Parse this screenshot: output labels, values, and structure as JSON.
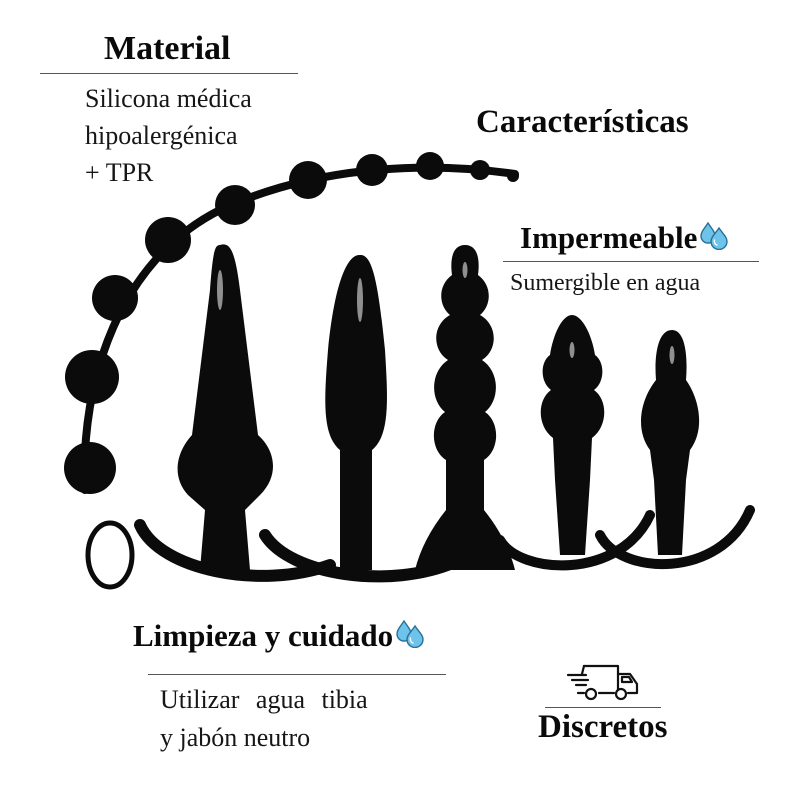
{
  "material": {
    "title": "Material",
    "lines": [
      "Silicona médica",
      "hipoalergénica",
      "+ TPR"
    ]
  },
  "features": {
    "title": "Características"
  },
  "waterproof": {
    "title": "Impermeable",
    "icon": "water-drops-icon",
    "text": "Sumergible en agua"
  },
  "cleaning": {
    "title": "Limpieza y cuidado",
    "icon": "water-drops-icon",
    "lines": [
      "Utilizar agua tibia",
      "y jabón neutro"
    ]
  },
  "discreet": {
    "icon": "delivery-truck-icon",
    "title": "Discretos"
  },
  "product_image": {
    "description": "black product set silhouettes",
    "color": "#0b0b0b"
  },
  "colors": {
    "text": "#0a0a0a",
    "divider": "#555555",
    "drop_fill": "#6ec3ea",
    "drop_stroke": "#2a6f96",
    "background": "#ffffff"
  }
}
